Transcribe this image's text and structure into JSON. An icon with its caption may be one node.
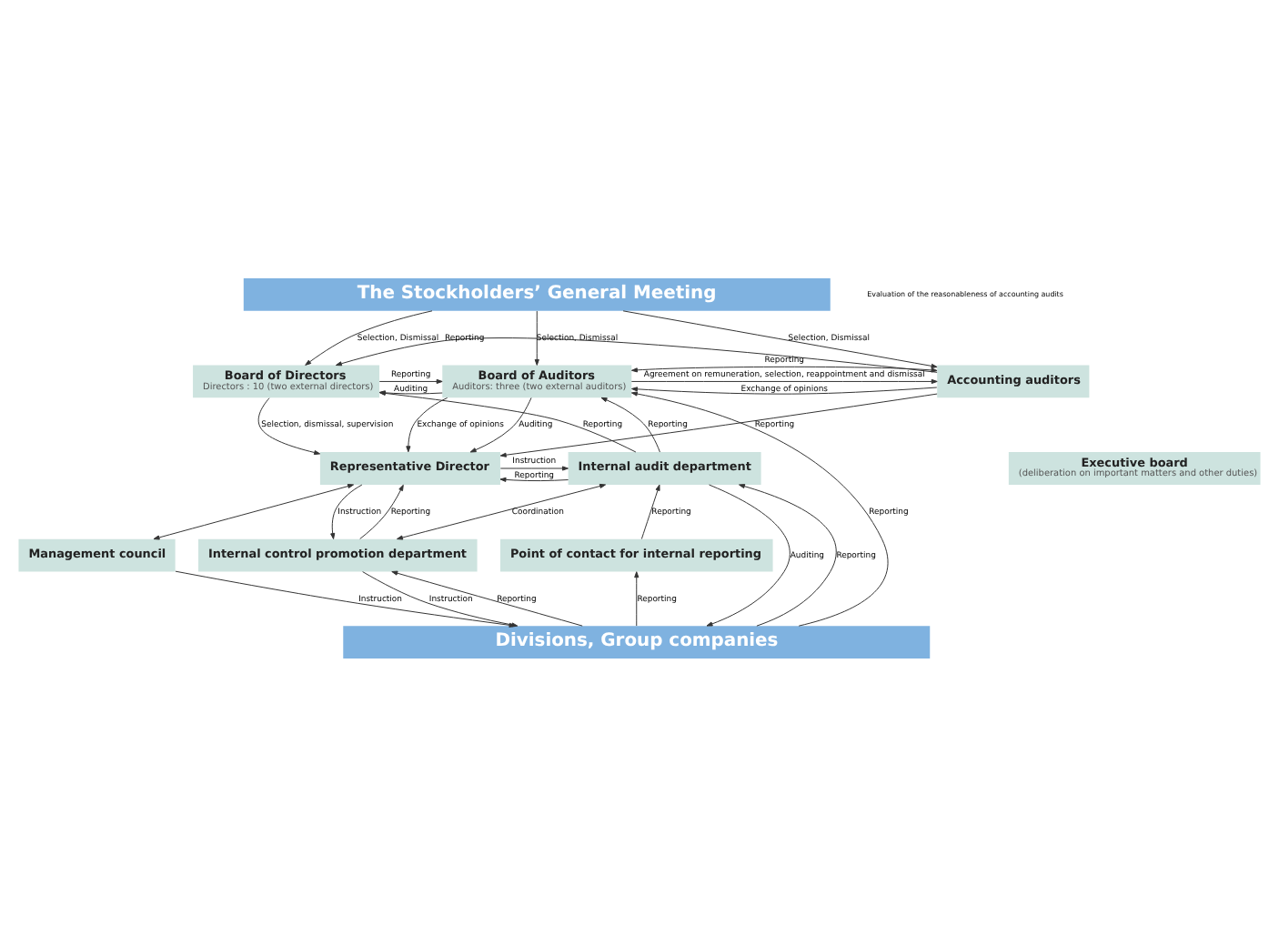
{
  "diagram": {
    "nodes": [
      {
        "text": [
          "The Stockholders’ General Meeting"
        ]
      },
      {
        "text": [
          "Board of Directors",
          "Directors : 10 (two external directors)"
        ]
      },
      {
        "text": [
          "Executive board",
          "(deliberation on important matters and other duties)"
        ]
      },
      {
        "text": [
          "Board of Auditors",
          "Auditors: three (two external auditors)"
        ]
      },
      {
        "text": [
          "Accounting auditors"
        ]
      },
      {
        "text": [
          "Representative Director"
        ]
      },
      {
        "text": [
          "Internal audit department"
        ]
      },
      {
        "text": [
          "Management council"
        ]
      },
      {
        "text": [
          "Internal control promotion department"
        ]
      },
      {
        "text": [
          "Point of contact for internal reporting"
        ]
      },
      {
        "text": [
          "Divisions, Group companies"
        ]
      }
    ],
    "edges": [
      {
        "from": 0,
        "to": 1,
        "arrow": "to",
        "label": "Selection, Dismissal"
      },
      {
        "from": 0,
        "to": 3,
        "arrow": "to",
        "label": "Selection, Dismissal"
      },
      {
        "from": 0,
        "to": 4,
        "arrow": "to",
        "label": "Selection, Dismissal"
      },
      {
        "from": 4,
        "to": 1,
        "arrow": "to",
        "label": "Reporting"
      },
      {
        "from": 3,
        "to": 1,
        "arrow": "to",
        "label": "Auditing"
      },
      {
        "from": 1,
        "to": 3,
        "arrow": "to",
        "label": "Reporting"
      },
      {
        "from": 3,
        "to": 4,
        "arrow": "both",
        "label": "Reporting"
      },
      {
        "from": 4,
        "to": 3,
        "arrow": "to",
        "label": "Exchange of opinions"
      },
      {
        "from": 3,
        "to": 4,
        "arrow": "to",
        "label": "Agreement on remuneration, selection, reappointment and dismissal"
      },
      {
        "from": 1,
        "to": 5,
        "arrow": "to",
        "label": "Selection, dismissal, supervision"
      },
      {
        "from": 3,
        "to": 5,
        "arrow": "to",
        "label": "Auditing"
      },
      {
        "from": 3,
        "to": 5,
        "arrow": "to",
        "label": "Exchange of opinions"
      },
      {
        "from": 4,
        "to": 5,
        "arrow": "to",
        "label": "Reporting"
      },
      {
        "from": 6,
        "to": 3,
        "arrow": "to",
        "label": "Reporting"
      },
      {
        "from": 6,
        "to": 5,
        "arrow": "to",
        "label": "Reporting"
      },
      {
        "from": 5,
        "to": 6,
        "arrow": "to",
        "label": "Instruction"
      },
      {
        "from": 5,
        "to": 8,
        "arrow": "to",
        "label": "Instruction"
      },
      {
        "from": 8,
        "to": 5,
        "arrow": "to",
        "label": "Reporting"
      },
      {
        "from": 5,
        "to": 7,
        "arrow": "both"
      },
      {
        "from": 6,
        "to": 1,
        "arrow": "to",
        "label": "Reporting"
      },
      {
        "from": 6,
        "to": 8,
        "arrow": "both",
        "label": "Coordination"
      },
      {
        "from": 9,
        "to": 6,
        "arrow": "to",
        "label": "Reporting"
      },
      {
        "from": 10,
        "to": 3,
        "arrow": "to",
        "label": "Reporting"
      },
      {
        "from": 10,
        "to": 9,
        "arrow": "to",
        "label": "Reporting"
      },
      {
        "from": 7,
        "to": 10,
        "arrow": "to",
        "label": "Instruction"
      },
      {
        "from": 10,
        "to": 8,
        "arrow": "to",
        "label": "Reporting"
      },
      {
        "from": 8,
        "to": 10,
        "arrow": "to",
        "label": "Instruction"
      },
      {
        "from": 6,
        "to": 10,
        "arrow": "to",
        "label": "Auditing"
      },
      {
        "from": 10,
        "to": 6,
        "arrow": "to",
        "label": "Reporting"
      }
    ],
    "labels": [
      "Evaluation of the reasonableness of accounting audits"
    ]
  }
}
